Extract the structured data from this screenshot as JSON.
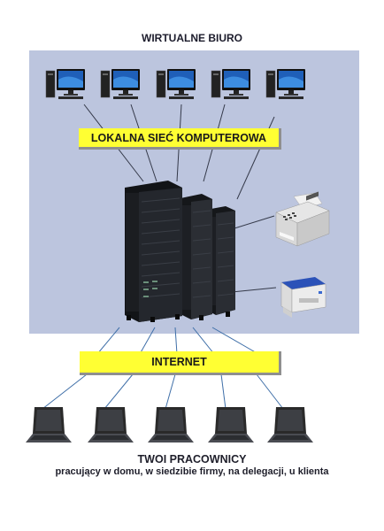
{
  "title": "WIRTUALNE BIURO",
  "lan_label": "LOKALNA SIEĆ KOMPUTEROWA",
  "internet_label": "INTERNET",
  "caption": {
    "heading": "TWOI PRACOWNICY",
    "subline": "pracujący w domu, w siedzibie firmy, na delegacji, u klienta"
  },
  "colors": {
    "panel": "#bcc5de",
    "label_fill": "#ffff33",
    "label_shadow": "#8f8f8f",
    "server": "#1c1e22"
  },
  "workstations": [
    "desktop-1",
    "desktop-2",
    "desktop-3",
    "desktop-4",
    "desktop-5"
  ],
  "peripherals": [
    "fax-machine",
    "laser-printer"
  ],
  "remote_devices": [
    "laptop-1",
    "laptop-2",
    "laptop-3",
    "laptop-4",
    "laptop-5"
  ]
}
